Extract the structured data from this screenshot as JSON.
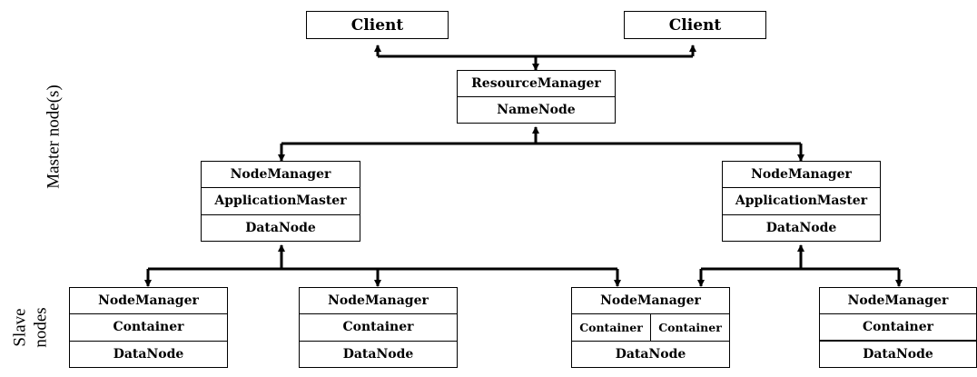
{
  "clients": [
    {
      "label": "Client"
    },
    {
      "label": "Client"
    }
  ],
  "master": {
    "rows": [
      "ResourceManager",
      "NameNode"
    ]
  },
  "mid_nodes": [
    {
      "rows": [
        "NodeManager",
        "ApplicationMaster",
        "DataNode"
      ]
    },
    {
      "rows": [
        "NodeManager",
        "ApplicationMaster",
        "DataNode"
      ]
    }
  ],
  "slave_nodes": [
    {
      "node_manager": "NodeManager",
      "container": "Container",
      "data_node": "DataNode"
    },
    {
      "node_manager": "NodeManager",
      "container": "Container",
      "data_node": "DataNode"
    },
    {
      "node_manager": "NodeManager",
      "containers": [
        "Container",
        "Container"
      ],
      "data_node": "DataNode"
    },
    {
      "node_manager": "NodeManager",
      "container": "Container",
      "data_node": "DataNode"
    }
  ],
  "side_labels": {
    "master": "Master node(s)",
    "slave_line1": "Slave",
    "slave_line2": "nodes"
  }
}
